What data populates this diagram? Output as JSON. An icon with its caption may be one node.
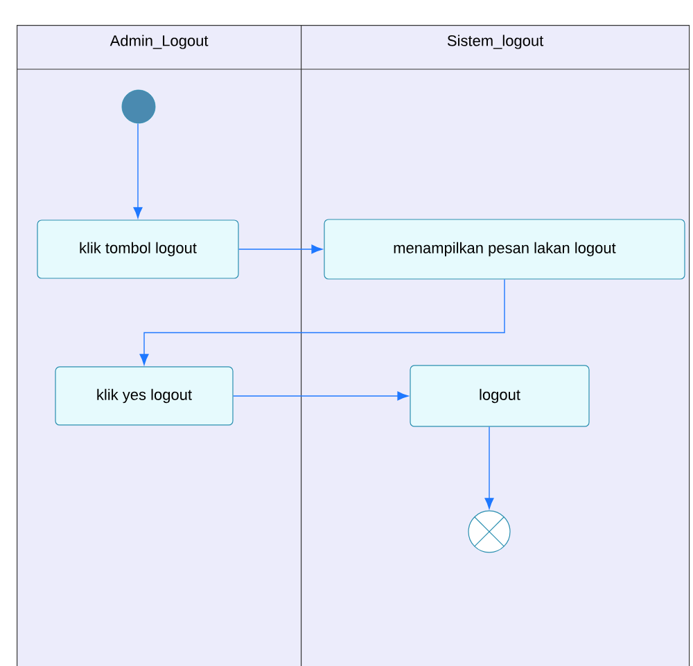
{
  "diagram": {
    "nodes": [
      {
        "text": [
          "Admin_Logout"
        ]
      },
      {
        "text": [
          "Sistem_logout"
        ]
      },
      {
        "text": [],
        "shape": "circle",
        "in": 0
      },
      {
        "text": [
          "klik tombol logout"
        ],
        "in": 0
      },
      {
        "text": [
          "menampilkan pesan lakan logout"
        ],
        "in": 1
      },
      {
        "text": [
          "klik yes logout"
        ],
        "in": 0
      },
      {
        "text": [
          "logout"
        ],
        "in": 1
      },
      {
        "text": [],
        "shape": "circle",
        "in": 1
      }
    ],
    "edges": [
      {
        "from": 2,
        "to": 3,
        "arrow": "to"
      },
      {
        "from": 3,
        "to": 4,
        "arrow": "to"
      },
      {
        "from": 4,
        "to": 5,
        "arrow": "to"
      },
      {
        "from": 5,
        "to": 6,
        "arrow": "to"
      },
      {
        "from": 6,
        "to": 7,
        "arrow": "to"
      }
    ]
  }
}
